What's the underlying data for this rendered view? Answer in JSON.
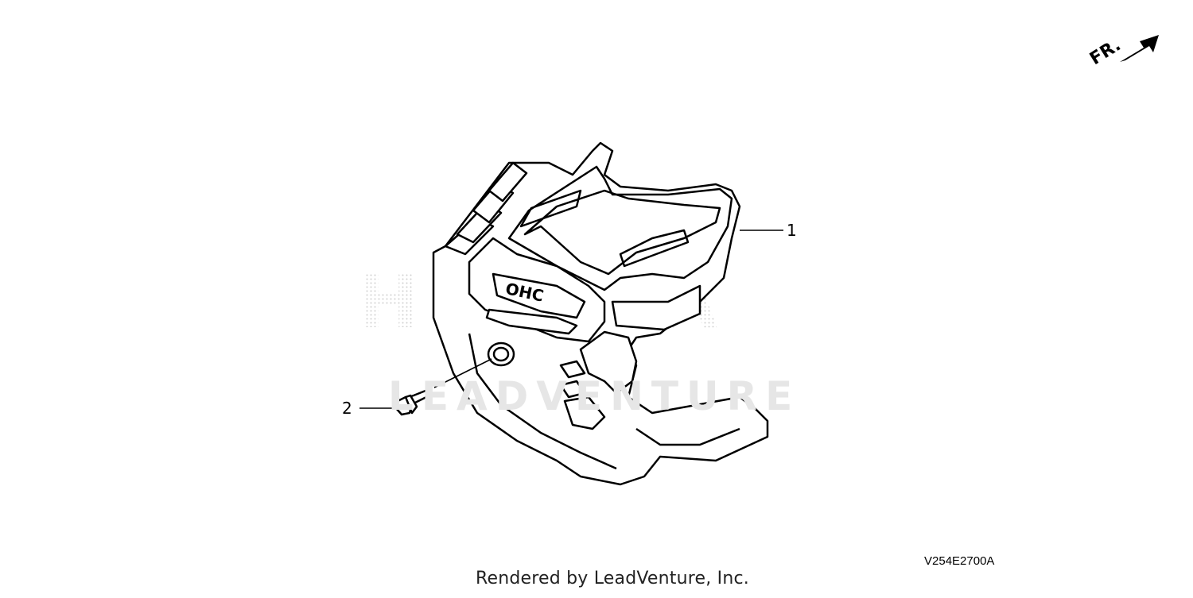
{
  "direction_indicator": {
    "label": "FR."
  },
  "callouts": [
    {
      "number": "1",
      "part": "engine-cover"
    },
    {
      "number": "2",
      "part": "bolt"
    }
  ],
  "watermark": {
    "brand": "HONDA",
    "sub": "LEADVENTURE"
  },
  "diagram_code": "V254E2700A",
  "footer": {
    "credit": "Rendered by LeadVenture, Inc."
  },
  "colors": {
    "line": "#000000",
    "watermark": "#d9d9d9",
    "background": "#ffffff"
  }
}
